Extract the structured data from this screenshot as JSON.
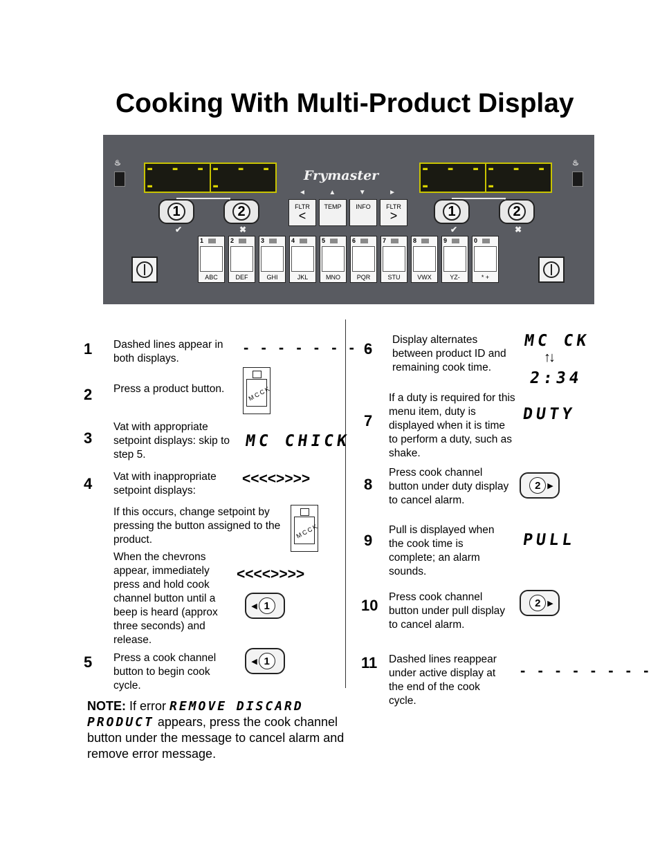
{
  "title": "Cooking With Multi-Product Display",
  "panel": {
    "heat_symbol": "♨",
    "left_display": [
      "- - - -",
      "- - - -"
    ],
    "right_display": [
      "- - - -",
      "- - - -"
    ],
    "brand": "Frymaster",
    "arrows": [
      "◄",
      "▲",
      "▼",
      "►"
    ],
    "channel_buttons": [
      "1",
      "2",
      "1",
      "2"
    ],
    "channel_marks": [
      "✔",
      "✖",
      "✔",
      "✖"
    ],
    "function_buttons": [
      {
        "label": "FLTR",
        "symbol": "<"
      },
      {
        "label": "TEMP",
        "symbol": ""
      },
      {
        "label": "INFO",
        "symbol": ""
      },
      {
        "label": "FLTR",
        "symbol": ">"
      }
    ],
    "product_keys": [
      {
        "num": "1",
        "label": "ABC"
      },
      {
        "num": "2",
        "label": "DEF"
      },
      {
        "num": "3",
        "label": "GHI"
      },
      {
        "num": "4",
        "label": "JKL"
      },
      {
        "num": "5",
        "label": "MNO"
      },
      {
        "num": "6",
        "label": "PQR"
      },
      {
        "num": "7",
        "label": "STU"
      },
      {
        "num": "8",
        "label": "VWX"
      },
      {
        "num": "9",
        "label": "YZ-"
      },
      {
        "num": "0",
        "label": "* +"
      }
    ]
  },
  "steps": {
    "s1": {
      "num": "1",
      "text": "Dashed lines appear in both displays.",
      "display": "- - - - - - - -"
    },
    "s2": {
      "num": "2",
      "text": "Press a product button.",
      "key_word": "MCCK"
    },
    "s3": {
      "num": "3",
      "text": "Vat with appropriate setpoint displays:  skip to step 5.",
      "display": "MC CHICK"
    },
    "s4": {
      "num": "4",
      "text": "Vat with inappropriate setpoint displays:",
      "display": "<<<<>>>>"
    },
    "s4a": {
      "text": "If this occurs, change setpoint by pressing the button assigned to the product.",
      "key_word": "MCCK"
    },
    "s4b": {
      "text": "When the chevrons appear, immediately press and hold cook channel button until a beep is heard (approx three seconds) and release.",
      "display": "<<<<>>>>",
      "button": "1"
    },
    "s5": {
      "num": "5",
      "text": "Press a cook channel button to begin cook cycle.",
      "button": "1"
    },
    "s6": {
      "num": "6",
      "text": "Display alternates between product ID and remaining cook time.",
      "display_top": "MC CK",
      "display_bottom": "2:34",
      "arrows": "↑↓"
    },
    "s7": {
      "num": "7",
      "text": "If a duty is required for this menu item, duty is displayed when it is time to perform a duty, such as shake.",
      "display": "DUTY"
    },
    "s8": {
      "num": "8",
      "text": "Press cook channel button under duty display to cancel alarm.",
      "button": "2"
    },
    "s9": {
      "num": "9",
      "text": "Pull is displayed when the cook time is complete; an alarm sounds.",
      "display": "PULL"
    },
    "s10": {
      "num": "10",
      "text": "Press cook channel button under pull display to cancel alarm.",
      "button": "2"
    },
    "s11": {
      "num": "11",
      "text": "Dashed lines reappear under active display at the end of the cook cycle.",
      "display": "- - - - - - - -"
    }
  },
  "note": {
    "label": "NOTE:",
    "pre": " If error ",
    "error_text": "REMOVE DISCARD PRODUCT",
    "post": " appears, press the cook channel button under the message to cancel alarm and remove error message."
  }
}
